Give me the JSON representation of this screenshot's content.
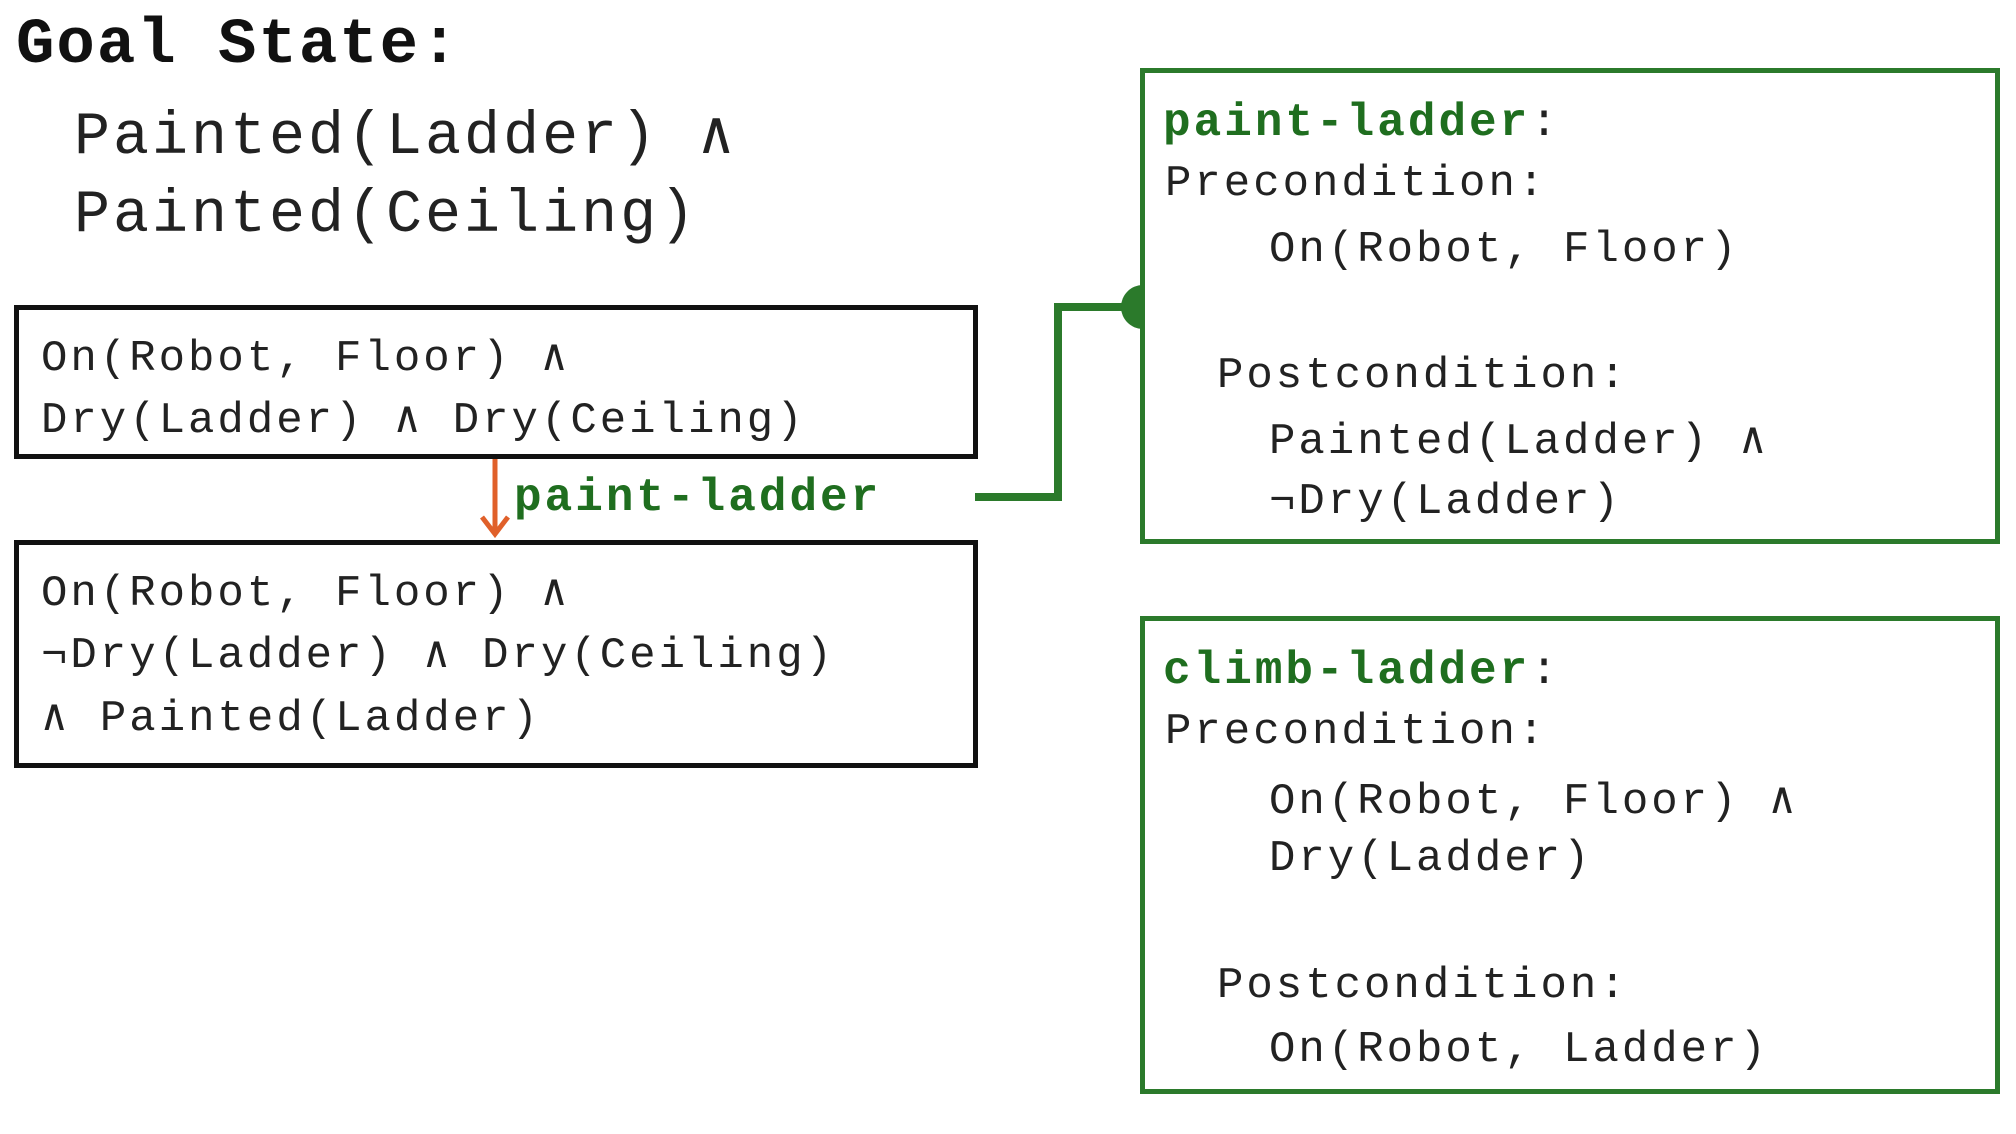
{
  "goal": {
    "title": "Goal State:",
    "lines": [
      "Painted(Ladder) ∧",
      "Painted(Ceiling)"
    ]
  },
  "states": [
    {
      "lines": [
        "On(Robot, Floor) ∧",
        "Dry(Ladder) ∧ Dry(Ceiling)"
      ]
    },
    {
      "lines": [
        "On(Robot, Floor) ∧",
        "¬Dry(Ladder) ∧ Dry(Ceiling)",
        "∧ Painted(Ladder)"
      ]
    }
  ],
  "transition": {
    "label": "paint-ladder"
  },
  "actions": [
    {
      "name": "paint-ladder",
      "colon": ":",
      "precondition_label": "Precondition:",
      "precondition": [
        "On(Robot, Floor)"
      ],
      "postcondition_label": "Postcondition:",
      "postcondition": [
        "Painted(Ladder) ∧",
        "¬Dry(Ladder)"
      ]
    },
    {
      "name": "climb-ladder",
      "colon": ":",
      "precondition_label": "Precondition:",
      "precondition": [
        "On(Robot, Floor) ∧",
        "Dry(Ladder)"
      ],
      "postcondition_label": "Postcondition:",
      "postcondition": [
        "On(Robot, Ladder)"
      ]
    }
  ],
  "colors": {
    "action_green": "#2b7a2b",
    "arrow_orange": "#e0602a",
    "state_border": "#111111"
  }
}
